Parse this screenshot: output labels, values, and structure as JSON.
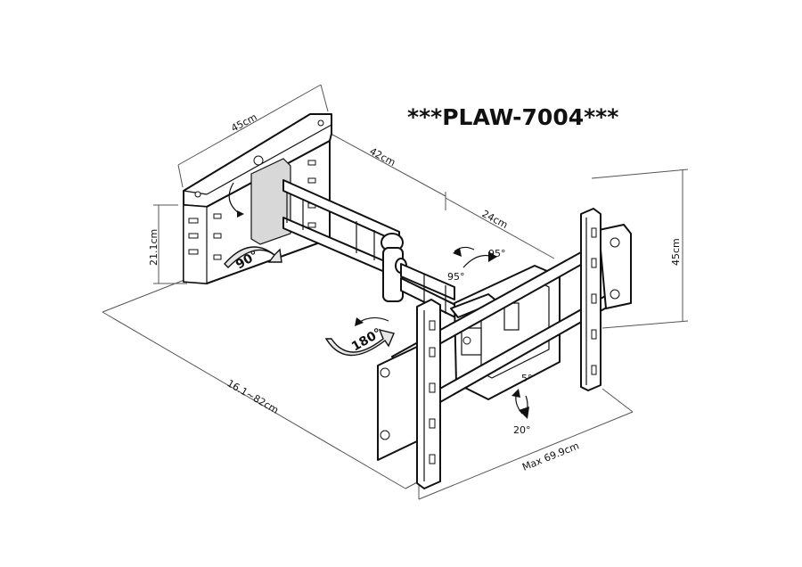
{
  "title": "***PLAW-7004***",
  "dimensions": {
    "plate_width": "45cm",
    "plate_height": "21.1cm",
    "arm_long": "42cm",
    "arm_short": "24cm",
    "extension": "16.1~82cm",
    "vesa_width": "Max 69.9cm",
    "vesa_height": "45cm"
  },
  "angles": {
    "wall_rotation": "90°",
    "arm_rotation": "180°",
    "swivel_left": "95°",
    "swivel_right": "95°",
    "tilt_up": "5°",
    "tilt_down": "20°"
  }
}
